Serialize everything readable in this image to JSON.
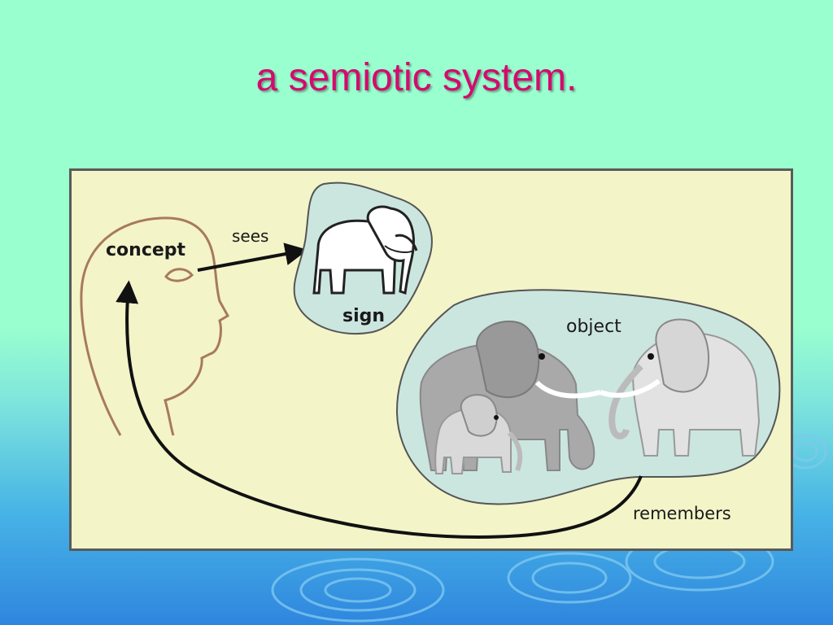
{
  "slide": {
    "title": "a semiotic system."
  },
  "diagram": {
    "labels": {
      "concept": "concept",
      "sees": "sees",
      "sign": "sign",
      "object": "object",
      "remembers": "remembers"
    },
    "colors": {
      "title": "#d40a6e",
      "panel_background": "#f3f4c8",
      "panel_border": "#5a5a5a",
      "blob_fill": "#cbe6df",
      "head_outline": "#a87a5c",
      "arrow": "#111111",
      "elephant_dark": "#a9a9a9",
      "elephant_light": "#e2e2e2"
    },
    "icons": [
      "head-outline",
      "elephant-icon"
    ]
  }
}
